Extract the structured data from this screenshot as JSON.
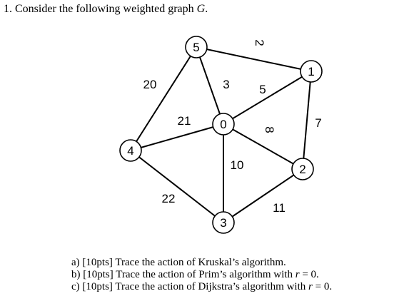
{
  "problem": {
    "number": "1.",
    "text_before": "Consider the following weighted graph ",
    "graph_symbol": "G",
    "text_after": "."
  },
  "graph": {
    "nodes": [
      {
        "id": "n5",
        "label": "5"
      },
      {
        "id": "n1",
        "label": "1"
      },
      {
        "id": "n0",
        "label": "0"
      },
      {
        "id": "n4",
        "label": "4"
      },
      {
        "id": "n2",
        "label": "2"
      },
      {
        "id": "n3",
        "label": "3"
      }
    ],
    "edges": [
      {
        "id": "e5-1",
        "from": "5",
        "to": "1",
        "weight": "2"
      },
      {
        "id": "e5-4",
        "from": "5",
        "to": "4",
        "weight": "20"
      },
      {
        "id": "e5-0",
        "from": "5",
        "to": "0",
        "weight": "3"
      },
      {
        "id": "e0-1",
        "from": "0",
        "to": "1",
        "weight": "5"
      },
      {
        "id": "e4-0",
        "from": "4",
        "to": "0",
        "weight": "21"
      },
      {
        "id": "e0-2",
        "from": "0",
        "to": "2",
        "weight": "8"
      },
      {
        "id": "e1-2",
        "from": "1",
        "to": "2",
        "weight": "7"
      },
      {
        "id": "e0-3",
        "from": "0",
        "to": "3",
        "weight": "10"
      },
      {
        "id": "e4-3",
        "from": "4",
        "to": "3",
        "weight": "22"
      },
      {
        "id": "e3-2",
        "from": "3",
        "to": "2",
        "weight": "11"
      }
    ]
  },
  "questions": [
    {
      "label": "a) [10pts] Trace the action of Kruskal’s algorithm.",
      "var": "",
      "suffix": ""
    },
    {
      "label": "b) [10pts] Trace the action of Prim’s algorithm with ",
      "var": "r",
      "suffix": " = 0."
    },
    {
      "label": "c) [10pts] Trace the action of Dijkstra’s algorithm with ",
      "var": "r",
      "suffix": " = 0."
    }
  ]
}
